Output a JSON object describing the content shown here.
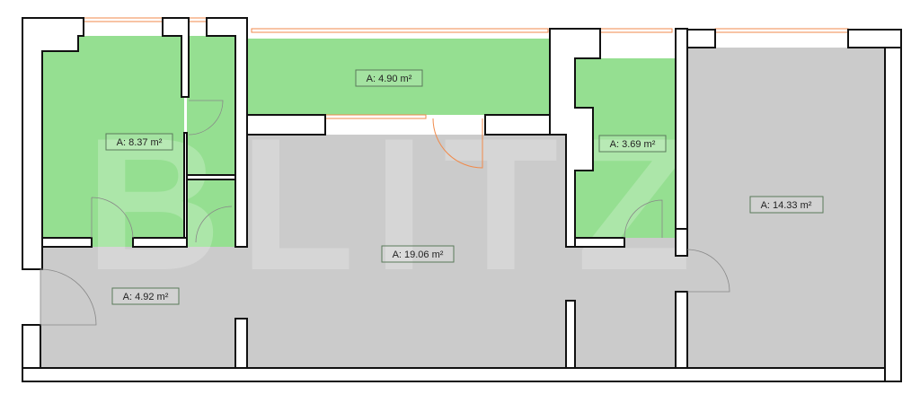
{
  "plan": {
    "watermark": "BLITZ",
    "rooms": [
      {
        "id": "balcony",
        "area": "A: 4.90 m²",
        "color": "#95df91"
      },
      {
        "id": "bedroom-left",
        "area": "A: 8.37 m²",
        "color": "#95df91"
      },
      {
        "id": "bathroom",
        "area": "A: 3.69 m²",
        "color": "#95df91"
      },
      {
        "id": "room-right",
        "area": "A: 14.33 m²",
        "color": "#cbcbcb"
      },
      {
        "id": "living",
        "area": "A: 19.06 m²",
        "color": "#cbcbcb"
      },
      {
        "id": "entry",
        "area": "A: 4.92 m²",
        "color": "#cbcbcb"
      }
    ],
    "colors": {
      "wet_area": "#95df91",
      "dry_area": "#cbcbcb",
      "window": "#f08a4b",
      "wall": "#111111"
    }
  }
}
